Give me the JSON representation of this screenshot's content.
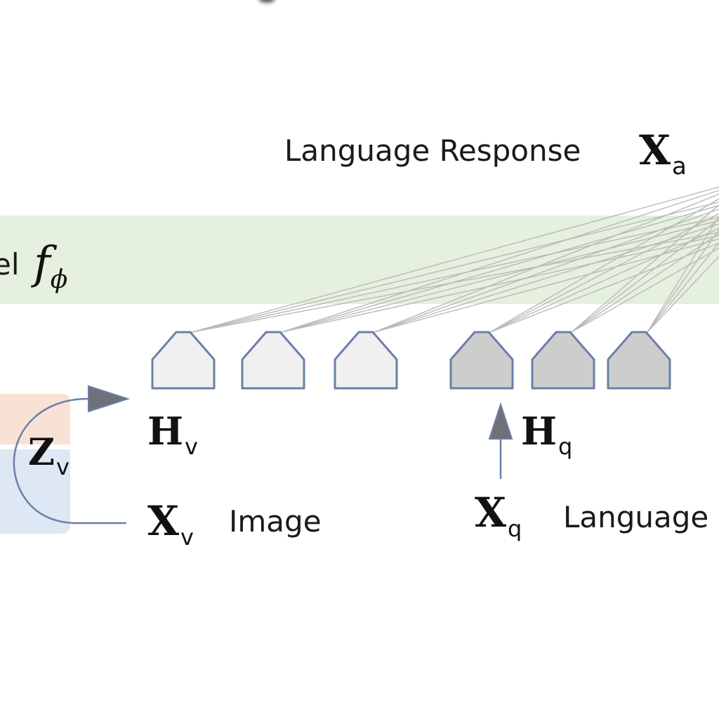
{
  "diagram": {
    "language_response": {
      "label": "Language Response",
      "symbol": "X",
      "subscript": "a"
    },
    "language_model": {
      "label_fragment": "el",
      "symbol": "f",
      "subscript": "ϕ"
    },
    "vision_tokens": {
      "symbol": "H",
      "subscript": "v",
      "count": 3,
      "fill": "#f0f0f0"
    },
    "language_tokens": {
      "symbol": "H",
      "subscript": "q",
      "count": 3,
      "fill": "#cdcdcd"
    },
    "vision_features": {
      "symbol": "Z",
      "subscript": "v"
    },
    "image_input": {
      "symbol": "X",
      "subscript": "v",
      "label": "Image"
    },
    "language_input": {
      "symbol": "X",
      "subscript": "q",
      "label": "Language"
    },
    "colors": {
      "band": "#e5f0de",
      "token_stroke": "#6b7fa6",
      "arrow_fill": "#6e7178",
      "connector": "#b9b9b9",
      "projection_box": "#f8e2d6",
      "encoder_box": "#dde8f4"
    }
  }
}
